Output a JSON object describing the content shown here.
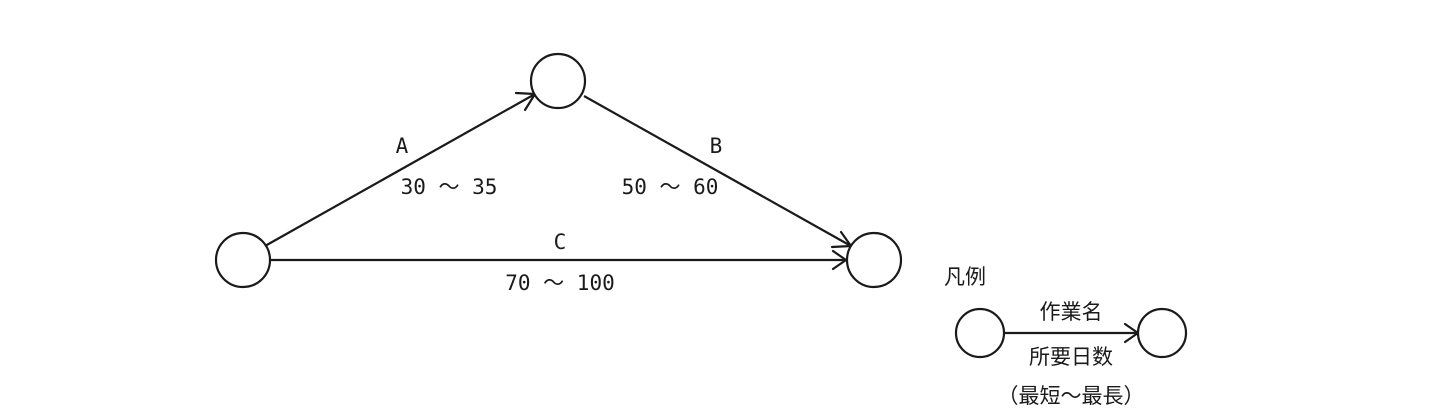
{
  "network": {
    "edges": [
      {
        "id": "A",
        "name": "A",
        "duration": "30 ～ 35"
      },
      {
        "id": "B",
        "name": "B",
        "duration": "50 ～ 60"
      },
      {
        "id": "C",
        "name": "C",
        "duration": "70 ～ 100"
      }
    ]
  },
  "legend": {
    "title": "凡例",
    "task_name": "作業名",
    "required_days": "所要日数",
    "range": "（最短～最長）"
  },
  "colors": {
    "line": "#1a1a1a",
    "node_fill": "#ffffff",
    "background": "#ffffff"
  }
}
